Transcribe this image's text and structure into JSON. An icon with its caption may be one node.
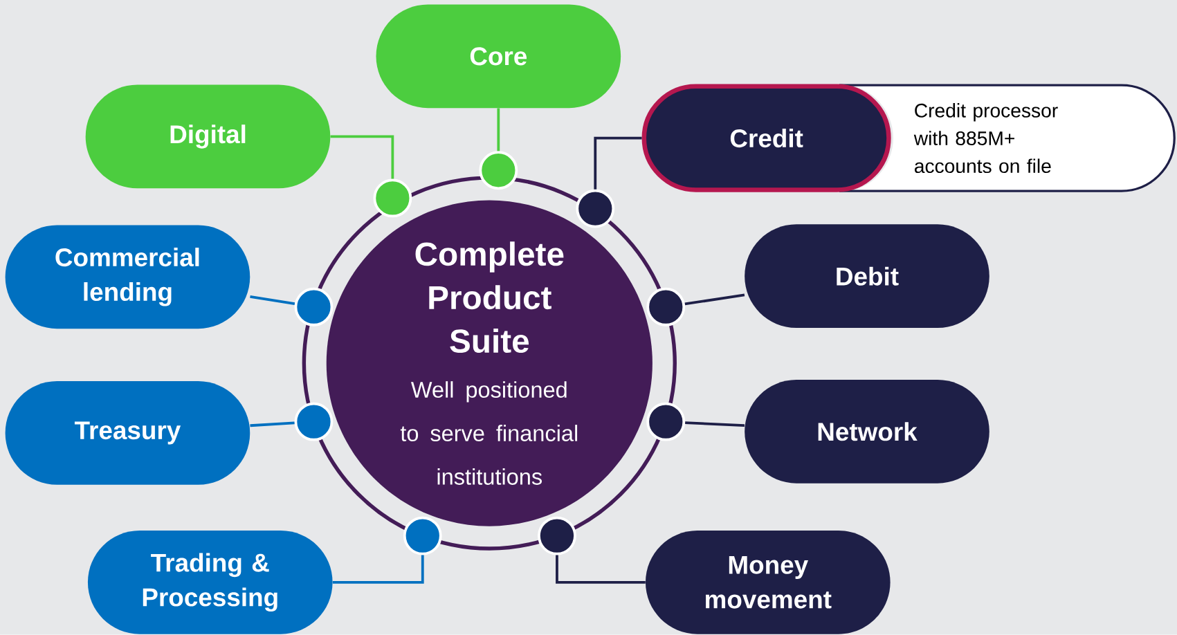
{
  "diagram": {
    "nodes": [
      {
        "text": [
          "Complete Product Suite",
          "Well positioned to serve financial institutions"
        ]
      },
      {
        "text": [
          "Core"
        ]
      },
      {
        "text": [
          "Digital"
        ]
      },
      {
        "text": [
          "Credit"
        ]
      },
      {
        "text": [
          "Credit processor with 885M+ accounts on file"
        ]
      },
      {
        "text": [
          "Commercial lending"
        ]
      },
      {
        "text": [
          "Debit"
        ]
      },
      {
        "text": [
          "Treasury"
        ]
      },
      {
        "text": [
          "Network"
        ]
      },
      {
        "text": [
          "Trading & Processing"
        ]
      },
      {
        "text": [
          "Money movement"
        ]
      },
      {
        "text": [],
        "shape": "circle"
      },
      {
        "text": [],
        "shape": "circle"
      },
      {
        "text": [],
        "shape": "circle"
      },
      {
        "text": [],
        "shape": "circle"
      },
      {
        "text": [],
        "shape": "circle"
      },
      {
        "text": [],
        "shape": "circle"
      },
      {
        "text": [],
        "shape": "circle"
      },
      {
        "text": [],
        "shape": "circle"
      },
      {
        "text": [],
        "shape": "circle"
      }
    ],
    "edges": [
      {
        "from": 1,
        "to": 11,
        "arrow": "none",
        "color": "#4ccd3f"
      },
      {
        "from": 2,
        "to": 12,
        "arrow": "none",
        "color": "#4ccd3f"
      },
      {
        "from": 3,
        "to": 13,
        "arrow": "none"
      },
      {
        "from": 5,
        "to": 14,
        "arrow": "none",
        "color": "#0070c0"
      },
      {
        "from": 6,
        "to": 15,
        "arrow": "none"
      },
      {
        "from": 7,
        "to": 16,
        "arrow": "none",
        "color": "#0070c0"
      },
      {
        "from": 8,
        "to": 17,
        "arrow": "none"
      },
      {
        "from": 9,
        "to": 18,
        "arrow": "none",
        "color": "#0070c0"
      },
      {
        "from": 10,
        "to": 19,
        "arrow": "none"
      }
    ]
  }
}
